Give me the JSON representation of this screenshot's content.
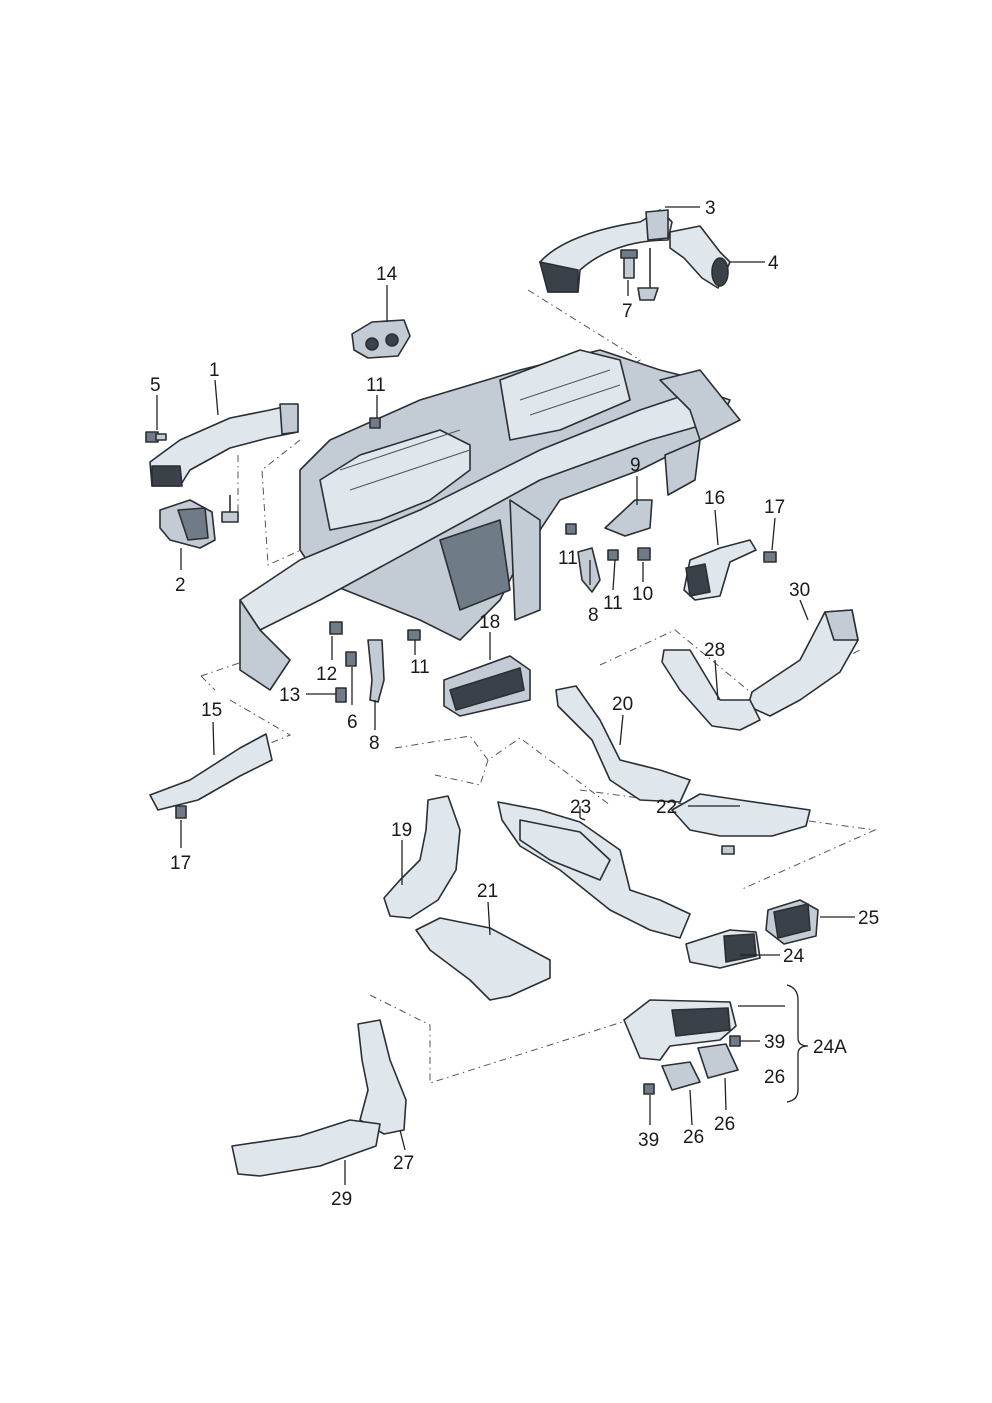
{
  "callouts": [
    {
      "id": "c3",
      "text": "3"
    },
    {
      "id": "c4",
      "text": "4"
    },
    {
      "id": "c7",
      "text": "7"
    },
    {
      "id": "c14",
      "text": "14"
    },
    {
      "id": "c1",
      "text": "1"
    },
    {
      "id": "c5",
      "text": "5"
    },
    {
      "id": "c11a",
      "text": "11"
    },
    {
      "id": "c9",
      "text": "9"
    },
    {
      "id": "c16",
      "text": "16"
    },
    {
      "id": "c17a",
      "text": "17"
    },
    {
      "id": "c11b",
      "text": "11"
    },
    {
      "id": "c8a",
      "text": "8"
    },
    {
      "id": "c11c",
      "text": "11"
    },
    {
      "id": "c10",
      "text": "10"
    },
    {
      "id": "c2",
      "text": "2"
    },
    {
      "id": "c30",
      "text": "30"
    },
    {
      "id": "c28",
      "text": "28"
    },
    {
      "id": "c18",
      "text": "18"
    },
    {
      "id": "c12",
      "text": "12"
    },
    {
      "id": "c11d",
      "text": "11"
    },
    {
      "id": "c13",
      "text": "13"
    },
    {
      "id": "c6",
      "text": "6"
    },
    {
      "id": "c8b",
      "text": "8"
    },
    {
      "id": "c15",
      "text": "15"
    },
    {
      "id": "c20",
      "text": "20"
    },
    {
      "id": "c22",
      "text": "22"
    },
    {
      "id": "c23",
      "text": "23"
    },
    {
      "id": "c17b",
      "text": "17"
    },
    {
      "id": "c19",
      "text": "19"
    },
    {
      "id": "c21",
      "text": "21"
    },
    {
      "id": "c25",
      "text": "25"
    },
    {
      "id": "c24",
      "text": "24"
    },
    {
      "id": "c39a",
      "text": "39"
    },
    {
      "id": "c24A",
      "text": "24A"
    },
    {
      "id": "c26a",
      "text": "26"
    },
    {
      "id": "c39b",
      "text": "39"
    },
    {
      "id": "c26b",
      "text": "26"
    },
    {
      "id": "c26c",
      "text": "26"
    },
    {
      "id": "c27",
      "text": "27"
    },
    {
      "id": "c29",
      "text": "29"
    }
  ],
  "colors": {
    "part_light": "#dfe6ec",
    "part_mid": "#c3ccd4",
    "part_dark": "#6f7b86",
    "outline": "#2b2f33"
  }
}
